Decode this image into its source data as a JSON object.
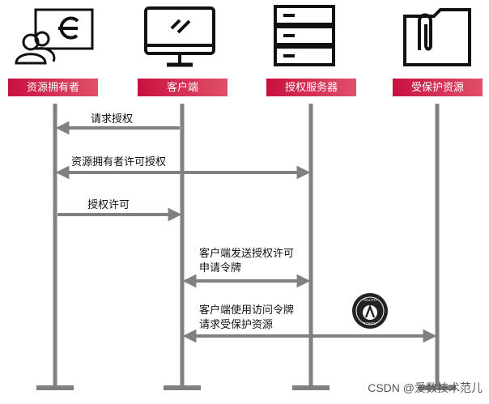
{
  "actors": [
    {
      "label": "资源拥有者",
      "icon": "user-browser-icon"
    },
    {
      "label": "客户端",
      "icon": "monitor-icon"
    },
    {
      "label": "授权服务器",
      "icon": "server-rack-icon"
    },
    {
      "label": "受保护资源",
      "icon": "folder-paperclip-icon"
    }
  ],
  "messages": [
    {
      "text": "请求授权",
      "from": "客户端",
      "to": "资源拥有者"
    },
    {
      "text": "资源拥有者许可授权",
      "from": "资源拥有者",
      "to": "授权服务器",
      "bidirectional": true
    },
    {
      "text": "授权许可",
      "from": "资源拥有者",
      "to": "客户端"
    },
    {
      "text": "客户端发送授权许可\n申请令牌",
      "from": "客户端",
      "to": "授权服务器",
      "bidirectional": true
    },
    {
      "text": "客户端使用访问令牌\n请求受保护资源",
      "from": "客户端",
      "to": "受保护资源",
      "bidirectional": true
    }
  ],
  "badge": {
    "icon": "oauth-logo-icon",
    "text_top": "OAUTH",
    "text_bottom": "TOKEN"
  },
  "watermark": "CSDN @爱数技术范儿",
  "colors": {
    "label_start": "#c8103e",
    "label_end": "#e0506a",
    "line": "#808080"
  }
}
